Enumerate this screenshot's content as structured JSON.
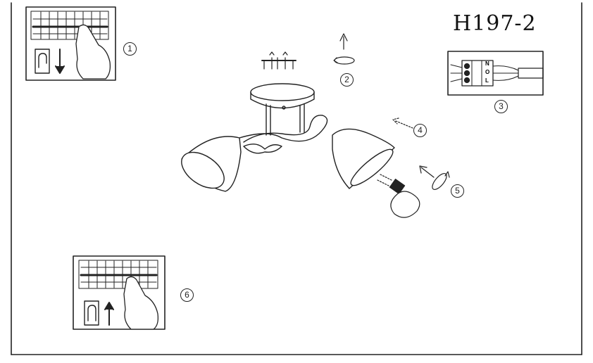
{
  "model": "H197-2",
  "steps": [
    "1",
    "2",
    "3",
    "4",
    "5",
    "6"
  ],
  "connector_terminals": [
    "N",
    "O",
    "L"
  ],
  "colors": {
    "ink": "#222222",
    "paper": "#ffffff"
  }
}
